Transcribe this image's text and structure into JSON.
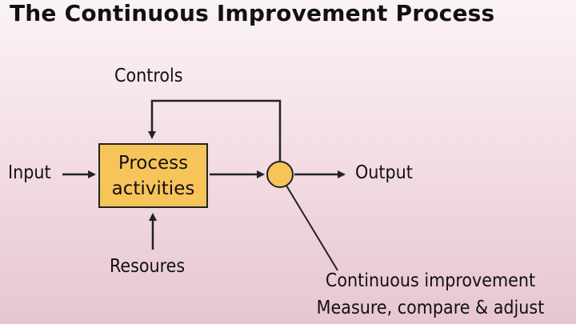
{
  "title": "The Continuous Improvement Process",
  "labels": {
    "controls": "Controls",
    "input": "Input",
    "output": "Output",
    "resources": "Resoures",
    "process_line1": "Process",
    "process_line2": "activities",
    "ci_line1": "Continuous improvement",
    "ci_line2": "Measure, compare & adjust"
  },
  "colors": {
    "box_fill": "#f7c45a",
    "circle_fill": "#f7c45a",
    "stroke": "#222222"
  }
}
